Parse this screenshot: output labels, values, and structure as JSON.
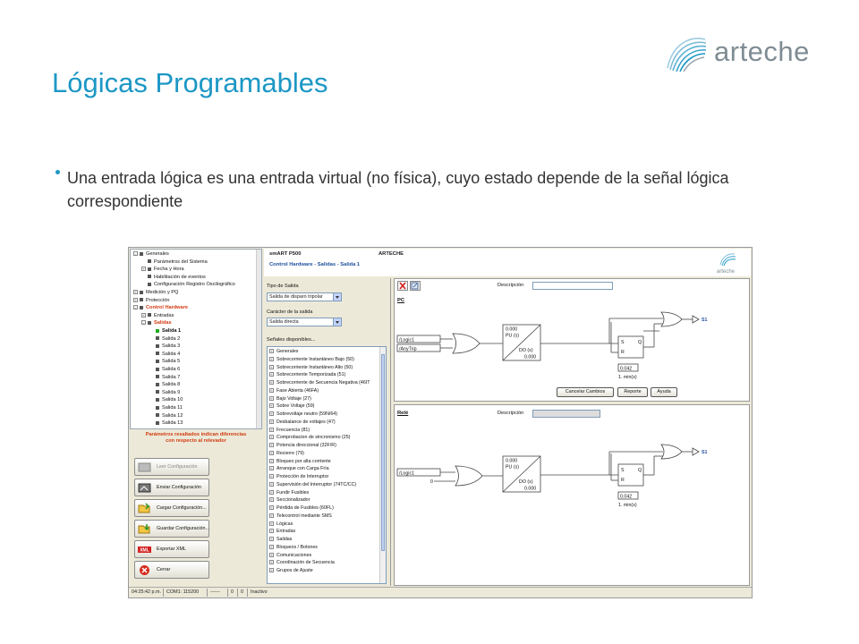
{
  "slide": {
    "title": "Lógicas Programables",
    "bullet": "Una entrada lógica es una entrada virtual (no física), cuyo estado depende de la señal lógica correspondiente",
    "logo_text": "arteche",
    "accent_color": "#1c97c5"
  },
  "app": {
    "header": {
      "app_name": "smART P500",
      "vendor": "ARTECHE",
      "subtitle": "Control Hardware - Salidas - Salida 1",
      "logo_text": "arteche"
    },
    "tree": [
      {
        "label": "Generales",
        "level": 0,
        "expander": "-"
      },
      {
        "label": "Parámetros del Sistema",
        "level": 1,
        "expander": ""
      },
      {
        "label": "Fecha y Hora",
        "level": 1,
        "expander": "+"
      },
      {
        "label": "Habilitación de eventos",
        "level": 1,
        "expander": ""
      },
      {
        "label": "Configuración Registro Oscilográfico",
        "level": 1,
        "expander": ""
      },
      {
        "label": "Medición y PQ",
        "level": 0,
        "expander": "+"
      },
      {
        "label": "Protección",
        "level": 0,
        "expander": "+"
      },
      {
        "label": "Control Hardware",
        "level": 0,
        "expander": "-",
        "style": "red"
      },
      {
        "label": "Entradas",
        "level": 1,
        "expander": "+"
      },
      {
        "label": "Salidas",
        "level": 1,
        "expander": "-",
        "style": "red"
      },
      {
        "label": "Salida 1",
        "level": 2,
        "expander": "",
        "style": "sel"
      },
      {
        "label": "Salida 2",
        "level": 2,
        "expander": ""
      },
      {
        "label": "Salida 3",
        "level": 2,
        "expander": ""
      },
      {
        "label": "Salida 4",
        "level": 2,
        "expander": ""
      },
      {
        "label": "Salida 5",
        "level": 2,
        "expander": ""
      },
      {
        "label": "Salida 6",
        "level": 2,
        "expander": ""
      },
      {
        "label": "Salida 7",
        "level": 2,
        "expander": ""
      },
      {
        "label": "Salida 8",
        "level": 2,
        "expander": ""
      },
      {
        "label": "Salida 9",
        "level": 2,
        "expander": ""
      },
      {
        "label": "Salida 10",
        "level": 2,
        "expander": ""
      },
      {
        "label": "Salida 11",
        "level": 2,
        "expander": ""
      },
      {
        "label": "Salida 12",
        "level": 2,
        "expander": ""
      },
      {
        "label": "Salida 13",
        "level": 2,
        "expander": ""
      }
    ],
    "diff_note_1": "Parámetros resaltados indican diferencias",
    "diff_note_2": "con respecto al relevador",
    "buttons": {
      "read": "Leer Configuración",
      "send": "Enviar Configuración",
      "load": "Cargar Configuración...",
      "save": "Guardar Configuración...",
      "export": "Exportar XML",
      "close": "Cerrar",
      "xml_badge": "XML"
    },
    "status": {
      "time": "04:25:42 p.m.",
      "port": "COM1: 115200",
      "dashes": "------",
      "c1": "0",
      "c2": "0",
      "state": "Inactivo"
    },
    "output_config": {
      "type_label": "Tipo de Salida",
      "type_value": "Salida de disparo tripolar",
      "char_label": "Carácter de la salida",
      "char_value": "Salida directa",
      "signals_label": "Señales disponibles..."
    },
    "signals": [
      "Generales",
      "Sobrecorriente Instantáneo Bajo (50)",
      "Sobrecorriente Instantáneo Alto (50)",
      "Sobrecorriente Temporizada (51)",
      "Sobrecorriente de Secuencia Negativa (46IT",
      "Fase Abierta (46FA)",
      "Bajo Voltaje (27)",
      "Sobre Voltaje (59)",
      "Sobrevoltaje neutro (59N/64)",
      "Desbalance de voltajes (47)",
      "Frecuencia (81)",
      "Comprobacion de sincronismo (25)",
      "Potencia direccional (32F/R)",
      "Recierre (79)",
      "Bloqueo por alta corriente",
      "Arranque con Carga Fría",
      "Protección de Interruptor",
      "Supervisión del Interruptor (74TC/CC)",
      "Fundir Fusibles",
      "Seccionalizador",
      "Pérdida de Fusibles (60FL)",
      "Telecontrol mediante SMS",
      "Lógicas",
      "Entradas",
      "Salidas",
      "Bloqueos / Botones",
      "Comunicaciones",
      "Coordinación de Secuencia",
      "Grupos de Ajuste"
    ],
    "pc_panel": {
      "title": "PC",
      "desc_label": "Descripción",
      "inputs": [
        "/Logic1",
        "/AnyTrip"
      ],
      "pu_value": "0.000",
      "pu_label": "PU (s)",
      "do_label": "DO (s)",
      "do_value": "0.000",
      "latch_s": "S",
      "latch_r": "R",
      "latch_q": "Q",
      "timer_value": "0.042",
      "timer_label": "1. min(s)",
      "output": "S1",
      "btn_cancel": "Cancelar Cambios",
      "btn_report": "Reporte",
      "btn_help": "Ayuda"
    },
    "relay_panel": {
      "title": "Relé",
      "desc_label": "Descripción",
      "inputs": [
        "/Logic1",
        "0"
      ],
      "pu_value": "0.000",
      "pu_label": "PU (s)",
      "do_label": "DO (s)",
      "do_value": "0.000",
      "latch_s": "S",
      "latch_r": "R",
      "latch_q": "Q",
      "timer_value": "0.042",
      "timer_label": "1. min(s)",
      "output": "S1"
    }
  }
}
